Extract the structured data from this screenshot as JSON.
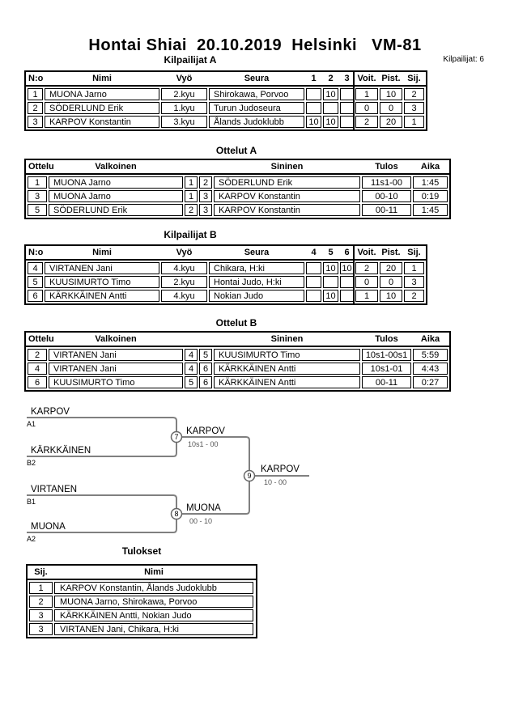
{
  "page": {
    "title": "Hontai Shiai  20.10.2019  Helsinki   VM-81",
    "participants_note": "Kilpailijat: 6"
  },
  "tables": {
    "kilpailijat_a": {
      "title": "Kilpailijat A",
      "headers": [
        "N:o",
        "Nimi",
        "Vyö",
        "Seura",
        "1",
        "2",
        "3",
        "Voit.",
        "Pist.",
        "Sij."
      ],
      "rows": [
        [
          "1",
          "MUONA Jarno",
          "2.kyu",
          "Shirokawa, Porvoo",
          "",
          "10",
          "",
          "1",
          "10",
          "2"
        ],
        [
          "2",
          "SÖDERLUND Erik",
          "1.kyu",
          "Turun Judoseura",
          "",
          "",
          "",
          "0",
          "0",
          "3"
        ],
        [
          "3",
          "KARPOV Konstantin",
          "3.kyu",
          "Ålands Judoklubb",
          "10",
          "10",
          "",
          "2",
          "20",
          "1"
        ]
      ]
    },
    "ottelut_a": {
      "title": "Ottelut A",
      "headers": [
        "Ottelu",
        "Valkoinen",
        "",
        "",
        "Sininen",
        "Tulos",
        "Aika"
      ],
      "rows": [
        [
          "1",
          "MUONA Jarno",
          "1",
          "2",
          "SÖDERLUND Erik",
          "11s1-00",
          "1:45"
        ],
        [
          "3",
          "MUONA Jarno",
          "1",
          "3",
          "KARPOV Konstantin",
          "00-10",
          "0:19"
        ],
        [
          "5",
          "SÖDERLUND Erik",
          "2",
          "3",
          "KARPOV Konstantin",
          "00-11",
          "1:45"
        ]
      ]
    },
    "kilpailijat_b": {
      "title": "Kilpailijat B",
      "headers": [
        "N:o",
        "Nimi",
        "Vyö",
        "Seura",
        "4",
        "5",
        "6",
        "Voit.",
        "Pist.",
        "Sij."
      ],
      "rows": [
        [
          "4",
          "VIRTANEN Jani",
          "4.kyu",
          "Chikara, H:ki",
          "",
          "10",
          "10",
          "2",
          "20",
          "1"
        ],
        [
          "5",
          "KUUSIMURTO Timo",
          "2.kyu",
          "Hontai Judo, H:ki",
          "",
          "",
          "",
          "0",
          "0",
          "3"
        ],
        [
          "6",
          "KÄRKKÄINEN Antti",
          "4.kyu",
          "Nokian Judo",
          "",
          "10",
          "",
          "1",
          "10",
          "2"
        ]
      ]
    },
    "ottelut_b": {
      "title": "Ottelut B",
      "headers": [
        "Ottelu",
        "Valkoinen",
        "",
        "",
        "Sininen",
        "Tulos",
        "Aika"
      ],
      "rows": [
        [
          "2",
          "VIRTANEN Jani",
          "4",
          "5",
          "KUUSIMURTO Timo",
          "10s1-00s1",
          "5:59"
        ],
        [
          "4",
          "VIRTANEN Jani",
          "4",
          "6",
          "KÄRKKÄINEN Antti",
          "10s1-01",
          "4:43"
        ],
        [
          "6",
          "KUUSIMURTO Timo",
          "5",
          "6",
          "KÄRKKÄINEN Antti",
          "00-11",
          "0:27"
        ]
      ]
    },
    "tulokset": {
      "title": "Tulokset",
      "headers": [
        "Sij.",
        "Nimi"
      ],
      "rows": [
        [
          "1",
          "KARPOV Konstantin, Ålands Judoklubb"
        ],
        [
          "2",
          "MUONA Jarno, Shirokawa, Porvoo"
        ],
        [
          "3",
          "KÄRKKÄINEN Antti, Nokian Judo"
        ],
        [
          "3",
          "VIRTANEN Jani, Chikara, H:ki"
        ]
      ]
    }
  },
  "bracket": {
    "slots": [
      {
        "name": "KARPOV",
        "seed": "A1"
      },
      {
        "name": "KÄRKKÄINEN",
        "seed": "B2"
      },
      {
        "name": "VIRTANEN",
        "seed": "B1"
      },
      {
        "name": "MUONA",
        "seed": "A2"
      }
    ],
    "matches": [
      {
        "number": "7",
        "winner": "KARPOV",
        "score": "10s1 - 00"
      },
      {
        "number": "8",
        "winner": "MUONA",
        "score": "00 - 10"
      },
      {
        "number": "9",
        "winner": "KARPOV",
        "score": "10 - 00"
      }
    ]
  },
  "colors": {
    "border": "#000000",
    "bracket_line": "#808080",
    "score_text": "#555555"
  }
}
